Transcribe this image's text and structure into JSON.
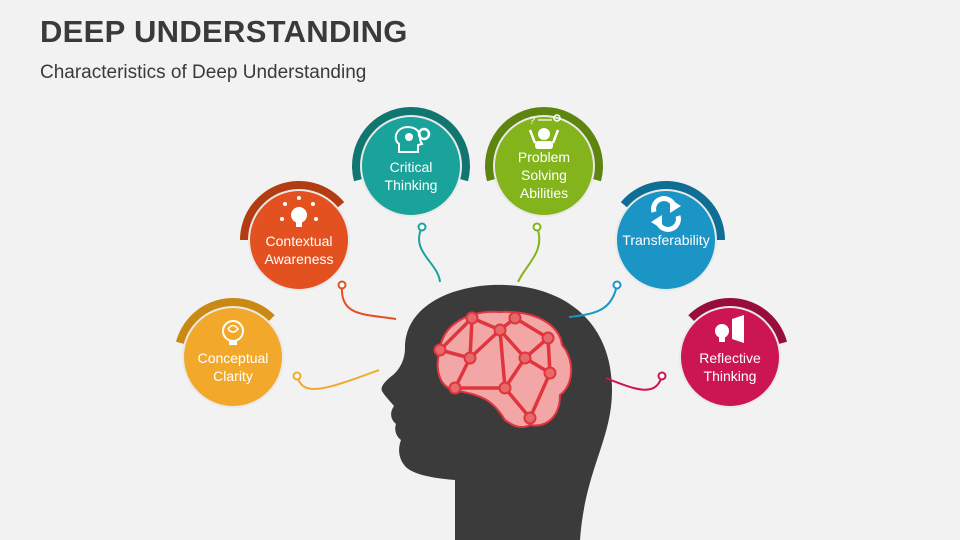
{
  "header": {
    "title": "DEEP UNDERSTANDING",
    "subtitle": "Characteristics of Deep Understanding"
  },
  "colors": {
    "background": "#f2f2f2",
    "head": "#3b3b3b",
    "brain_fill": "#f2a6a6",
    "brain_stroke": "#e0353d",
    "brain_node": "#e66a6a"
  },
  "items": [
    {
      "id": "conceptual-clarity",
      "lines": [
        "Conceptual",
        "Clarity"
      ],
      "color": "#f2a92b",
      "ring": "#c98a13",
      "icon": "brain-bulb-icon"
    },
    {
      "id": "contextual-awareness",
      "lines": [
        "Contextual",
        "Awareness"
      ],
      "color": "#e2511f",
      "ring": "#b33d12",
      "icon": "head-arrows-icon"
    },
    {
      "id": "critical-thinking",
      "lines": [
        "Critical",
        "Thinking"
      ],
      "color": "#1aa39a",
      "ring": "#11766f",
      "icon": "head-gears-icon"
    },
    {
      "id": "problem-solving",
      "lines": [
        "Problem",
        "Solving",
        "Abilities"
      ],
      "color": "#84b41c",
      "ring": "#5f8511",
      "icon": "person-question-icon"
    },
    {
      "id": "transferability",
      "lines": [
        "Transferability"
      ],
      "color": "#1a95c6",
      "ring": "#106e94",
      "icon": "transfer-arrows-icon"
    },
    {
      "id": "reflective-thinking",
      "lines": [
        "Reflective",
        "Thinking"
      ],
      "color": "#cc1553",
      "ring": "#970d3c",
      "icon": "head-mirror-icon"
    }
  ]
}
